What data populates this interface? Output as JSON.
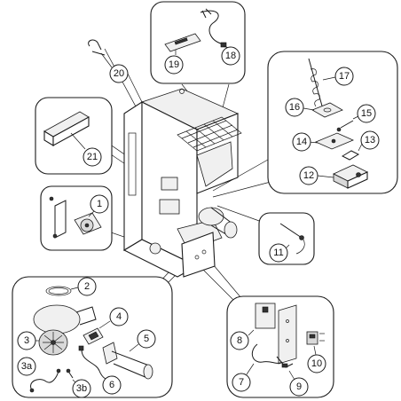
{
  "callouts": [
    {
      "key": "c1",
      "label": "1"
    },
    {
      "key": "c2",
      "label": "2"
    },
    {
      "key": "c3",
      "label": "3"
    },
    {
      "key": "c3a",
      "label": "3a"
    },
    {
      "key": "c3b",
      "label": "3b"
    },
    {
      "key": "c4",
      "label": "4"
    },
    {
      "key": "c5",
      "label": "5"
    },
    {
      "key": "c6",
      "label": "6"
    },
    {
      "key": "c7",
      "label": "7"
    },
    {
      "key": "c8",
      "label": "8"
    },
    {
      "key": "c9",
      "label": "9"
    },
    {
      "key": "c10",
      "label": "10"
    },
    {
      "key": "c11",
      "label": "11"
    },
    {
      "key": "c12",
      "label": "12"
    },
    {
      "key": "c13",
      "label": "13"
    },
    {
      "key": "c14",
      "label": "14"
    },
    {
      "key": "c15",
      "label": "15"
    },
    {
      "key": "c16",
      "label": "16"
    },
    {
      "key": "c17",
      "label": "17"
    },
    {
      "key": "c18",
      "label": "18"
    },
    {
      "key": "c19",
      "label": "19"
    },
    {
      "key": "c20",
      "label": "20"
    },
    {
      "key": "c21",
      "label": "21"
    }
  ]
}
